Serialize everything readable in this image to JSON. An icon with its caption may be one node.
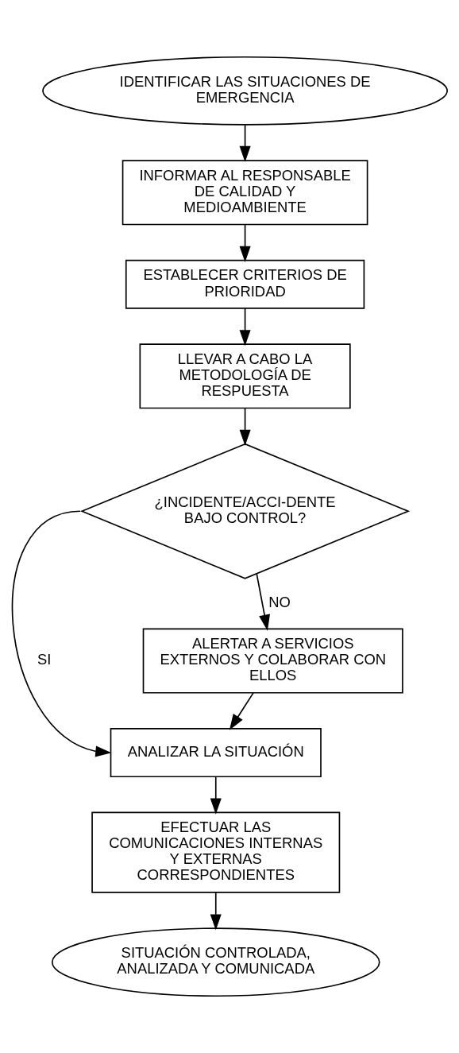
{
  "diagram": {
    "nodes": [
      {
        "text": [
          "IDENTIFICAR LAS SITUACIONES DE EMERGENCIA"
        ]
      },
      {
        "text": [
          "INFORMAR AL RESPONSABLE DE CALIDAD Y MEDIOAMBIENTE"
        ]
      },
      {
        "text": [
          "ESTABLECER CRITERIOS DE PRIORIDAD"
        ]
      },
      {
        "text": [
          "LLEVAR A CABO LA METODOLOGÍA DE RESPUESTA"
        ]
      },
      {
        "text": [
          "¿INCIDENTE/ACCI-DENTE BAJO CONTROL?"
        ]
      },
      {
        "text": [
          "ALERTAR A SERVICIOS EXTERNOS Y COLABORAR CON ELLOS"
        ]
      },
      {
        "text": [
          "ANALIZAR LA SITUACIÓN"
        ]
      },
      {
        "text": [
          "EFECTUAR LAS COMUNICACIONES INTERNAS Y EXTERNAS CORRESPONDIENTES"
        ]
      },
      {
        "text": [
          "SITUACIÓN CONTROLADA, ANALIZADA Y COMUNICADA"
        ]
      }
    ],
    "edges": [
      {
        "from": 0,
        "to": 1,
        "arrow": "to"
      },
      {
        "from": 1,
        "to": 2,
        "arrow": "to"
      },
      {
        "from": 2,
        "to": 3,
        "arrow": "to"
      },
      {
        "from": 3,
        "to": 4,
        "arrow": "to"
      },
      {
        "from": 4,
        "to": 5,
        "arrow": "to",
        "label": "NO"
      },
      {
        "from": 4,
        "to": 6,
        "arrow": "to",
        "label": "SI"
      },
      {
        "from": 5,
        "to": 6,
        "arrow": "to"
      },
      {
        "from": 6,
        "to": 7,
        "arrow": "to"
      },
      {
        "from": 7,
        "to": 8,
        "arrow": "to"
      }
    ]
  }
}
